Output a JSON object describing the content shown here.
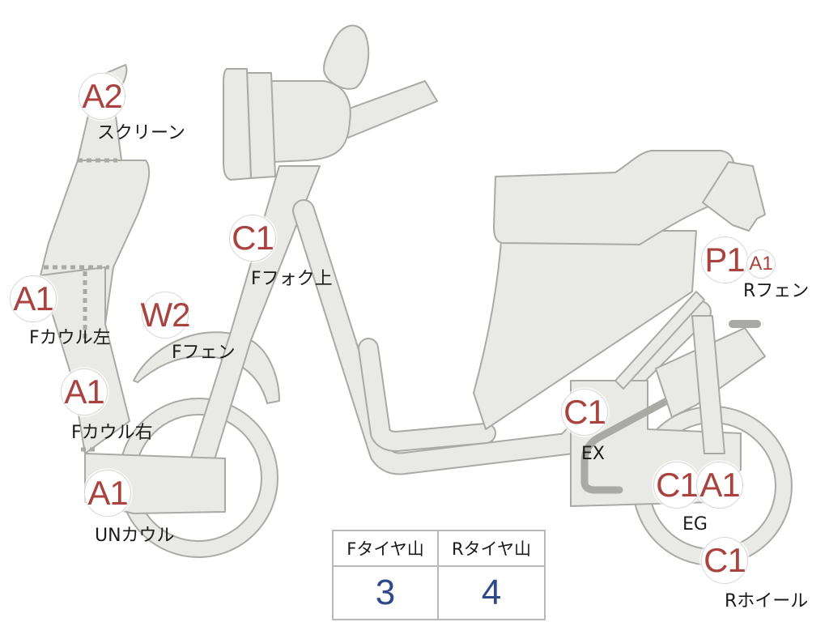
{
  "parts": {
    "screen": {
      "grade": "A2",
      "name": "スクリーン"
    },
    "fcowl_left": {
      "grade": "A1",
      "name": "Fカウル左"
    },
    "fcowl_right": {
      "grade": "A1",
      "name": "Fカウル右"
    },
    "un_cowl": {
      "grade": "A1",
      "name": "UNカウル"
    },
    "f_fender": {
      "grade": "W2",
      "name": "Fフェン"
    },
    "f_fork_upper": {
      "grade": "C1",
      "name": "Fフォク上"
    },
    "r_fender": {
      "grade": "P1",
      "grade2": "A1",
      "name": "Rフェン"
    },
    "exhaust": {
      "grade": "C1",
      "name": "EX"
    },
    "engine": {
      "grade": "C1",
      "grade2": "A1",
      "name": "EG"
    },
    "r_wheel": {
      "grade": "C1",
      "name": "Rホイール"
    }
  },
  "tire_table": {
    "headers": [
      "Fタイヤ山",
      "Rタイヤ山"
    ],
    "values": [
      "3",
      "4"
    ]
  },
  "colors": {
    "grade_text": "#a9433f",
    "tire_value_text": "#2f4a8a",
    "part_fill": "#e9e9e6",
    "part_outline": "#a9a9a6"
  }
}
